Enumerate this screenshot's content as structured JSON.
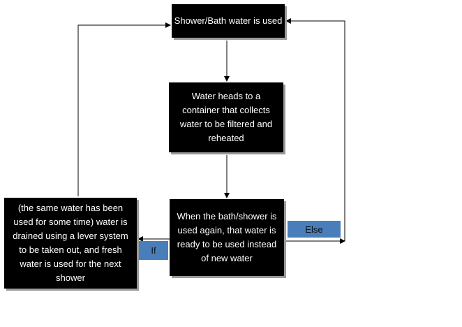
{
  "boxes": {
    "shower": "Shower/Bath water is used",
    "heads": "Water heads to a container that collects water to be filtered and reheated",
    "when": "When the bath/shower is used again, that water is ready to be used instead of new water",
    "same": "(the same water has been used for some time) water is drained using a lever system to be taken out, and fresh water is used for the next shower"
  },
  "labels": {
    "else": "Else",
    "if": "If"
  }
}
